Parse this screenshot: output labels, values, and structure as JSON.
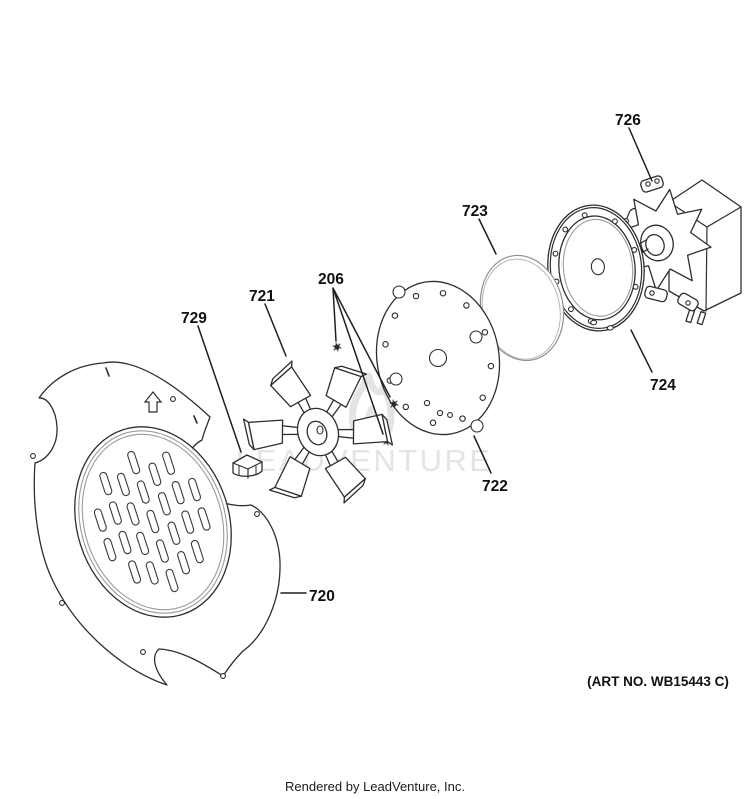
{
  "watermark": {
    "text": "LEADVENTURE"
  },
  "footer": {
    "text": "Rendered by LeadVenture, Inc."
  },
  "art": {
    "text": "(ART NO. WB15443 C)"
  },
  "callouts": {
    "c206": "206",
    "c720": "720",
    "c721": "721",
    "c722": "722",
    "c723": "723",
    "c724": "724",
    "c726": "726",
    "c729": "729"
  }
}
